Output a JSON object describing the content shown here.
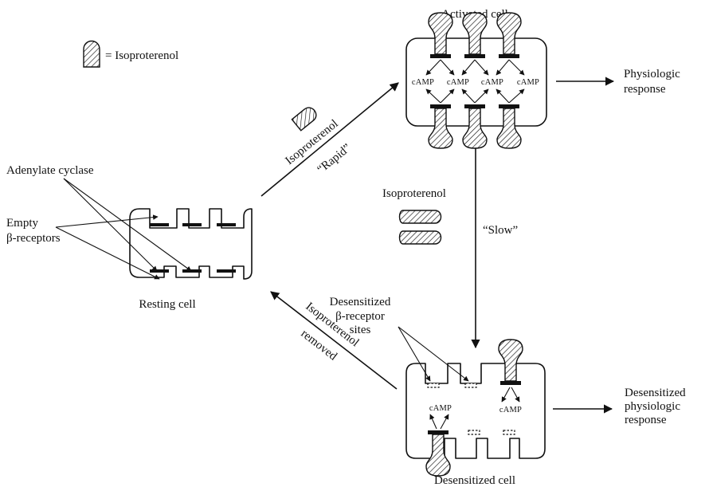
{
  "legend": {
    "symbol": "hatched-capsule-icon",
    "text": "= Isoproterenol"
  },
  "labels": {
    "activated_cell": "Activated cell",
    "resting_cell": "Resting cell",
    "desensitized_cell": "Desensitized cell",
    "adenylate_cyclase": "Adenylate cyclase",
    "empty_line1": "Empty",
    "empty_line2": "β-receptors",
    "physiologic_line1": "Physiologic",
    "physiologic_line2": "response",
    "desens_resp_line1": "Desensitized",
    "desens_resp_line2": "physiologic",
    "desens_resp_line3": "response",
    "desens_sites_line1": "Desensitized",
    "desens_sites_line2": "β-receptor",
    "desens_sites_line3": "sites",
    "iso_rapid_drug": "Isoproterenol",
    "rapid": "“Rapid”",
    "iso_slow_drug": "Isoproterenol",
    "slow": "“Slow”",
    "iso_removed_line1": "Isoproterenol",
    "iso_removed_line2": "removed",
    "camp": "cAMP"
  },
  "colors": {
    "ink": "#111111",
    "background": "#ffffff"
  }
}
